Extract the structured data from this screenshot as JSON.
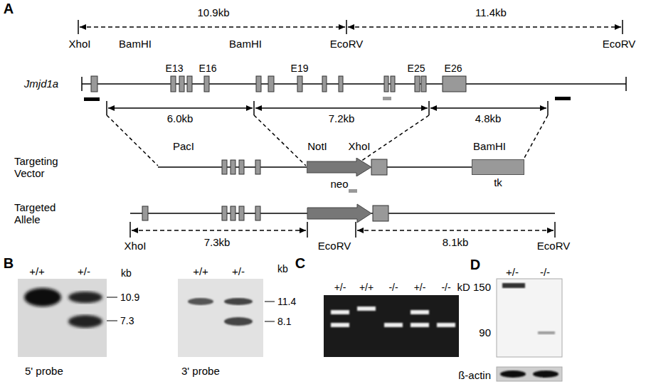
{
  "diagram": {
    "nodes": [
      {
        "text": [
          "neo"
        ]
      },
      {
        "text": [
          "tk"
        ]
      }
    ],
    "labels": [
      "A",
      "10.9kb",
      "11.4kb",
      "XhoI",
      "BamHI",
      "BamHI",
      "EcoRV",
      "EcoRV",
      "Jmjd1a",
      "E13",
      "E16",
      "E19",
      "E25",
      "E26",
      "6.0kb",
      "7.2kb",
      "4.8kb",
      "PacI",
      "NotI",
      "XhoI",
      "BamHI",
      "Targeting Vector",
      "Targeted Allele",
      "XhoI",
      "7.3kb",
      "EcoRV",
      "8.1kb",
      "EcoRV",
      "B",
      "+/+",
      "+/-",
      "kb",
      "10.9",
      "7.3",
      "5' probe",
      "+/+",
      "+/-",
      "kb",
      "11.4",
      "8.1",
      "3' probe",
      "C",
      "+/-",
      "+/+",
      "-/-",
      "+/-",
      "-/-",
      "D",
      "+/-",
      "-/-",
      "kD 150",
      "90",
      "ß-actin"
    ]
  }
}
